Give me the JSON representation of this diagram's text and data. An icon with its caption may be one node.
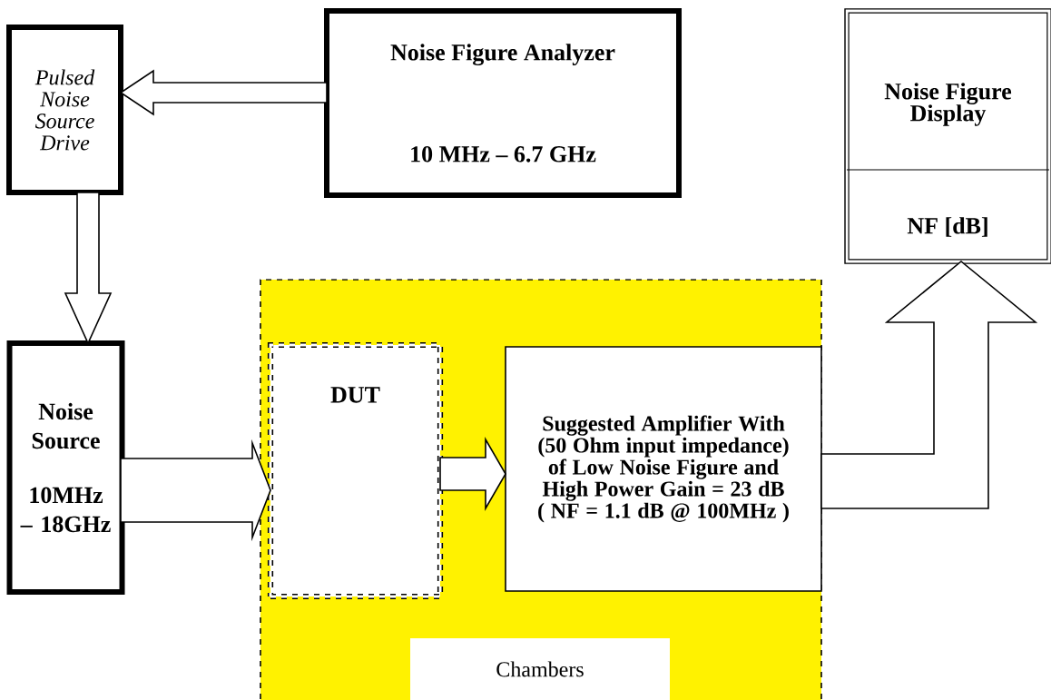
{
  "diagram": {
    "nodes": [
      {
        "text": [
          "Pulsed Noise Source Drive"
        ]
      },
      {
        "text": [
          "Noise Figure Analyzer",
          "10 MHz – 6.7 GHz"
        ]
      },
      {
        "text": [
          "Noise Figure Display",
          "NF [dB]"
        ]
      },
      {
        "text": [
          "Chambers"
        ]
      },
      {
        "text": [
          "Noise Source",
          "10MHz – 18GHz"
        ]
      },
      {
        "text": [
          "DUT"
        ],
        "in": 3
      },
      {
        "text": [
          "Suggested Amplifier With (50 Ohm input impedance) of Low Noise Figure and High Power Gain = 23 dB ( NF = 1.1 dB @ 100MHz )"
        ],
        "in": 3
      }
    ],
    "edges": [
      {
        "from": 1,
        "to": 0,
        "arrow": "to"
      },
      {
        "from": 0,
        "to": 4,
        "arrow": "to"
      },
      {
        "from": 4,
        "to": 5,
        "arrow": "to"
      },
      {
        "from": 5,
        "to": 6,
        "arrow": "to"
      },
      {
        "from": 6,
        "to": 2,
        "arrow": "to"
      }
    ]
  }
}
